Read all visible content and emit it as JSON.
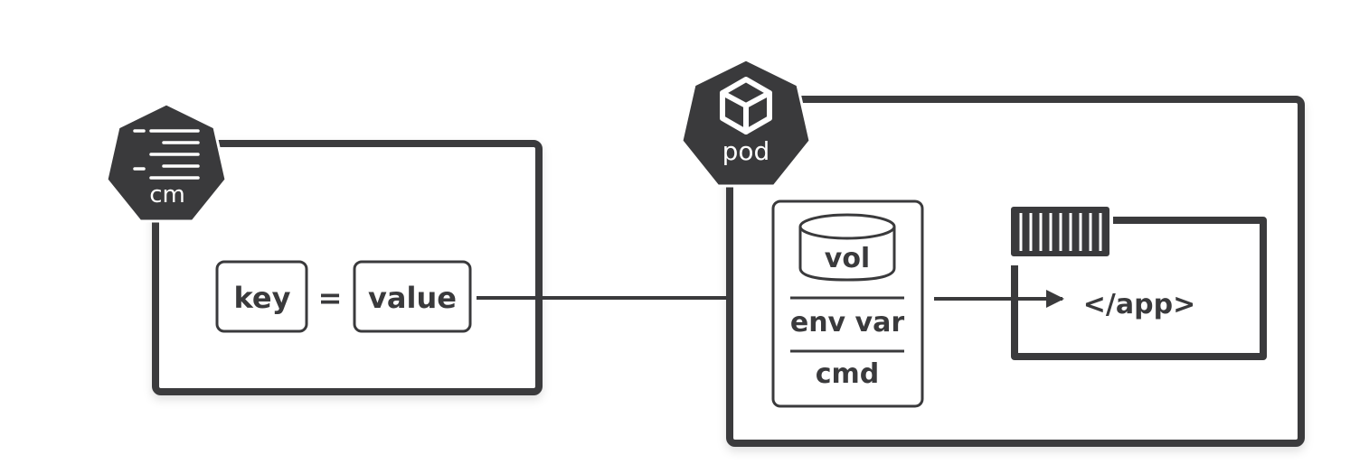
{
  "colors": {
    "ink": "#3a3a3c",
    "background": "#ffffff"
  },
  "configmap": {
    "badge_label": "cm",
    "badge_icon": "list-lines-icon",
    "key_label": "key",
    "equals": "=",
    "value_label": "value"
  },
  "pod": {
    "badge_label": "pod",
    "badge_icon": "cube-icon",
    "sources": {
      "volume": "vol",
      "env": "env var",
      "command": "cmd"
    },
    "container_icon": "container-icon",
    "app_label": "</app>"
  }
}
